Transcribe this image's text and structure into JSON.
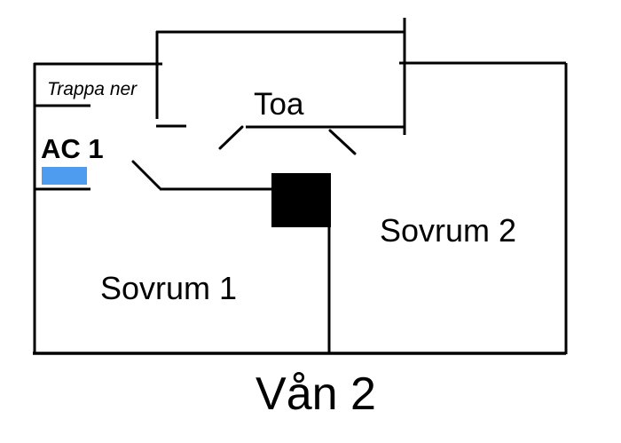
{
  "floorplan": {
    "title": "Vån 2",
    "rooms": {
      "stairs_label": "Trappa ner",
      "toilet_label": "Toa",
      "ac_label": "AC 1",
      "bedroom1_label": "Sovrum 1",
      "bedroom2_label": "Sovrum 2"
    },
    "colors": {
      "wall": "#000000",
      "text": "#000000",
      "ac_unit_fill": "#4d9cef",
      "column_fill": "#000000",
      "background": "#ffffff"
    }
  }
}
